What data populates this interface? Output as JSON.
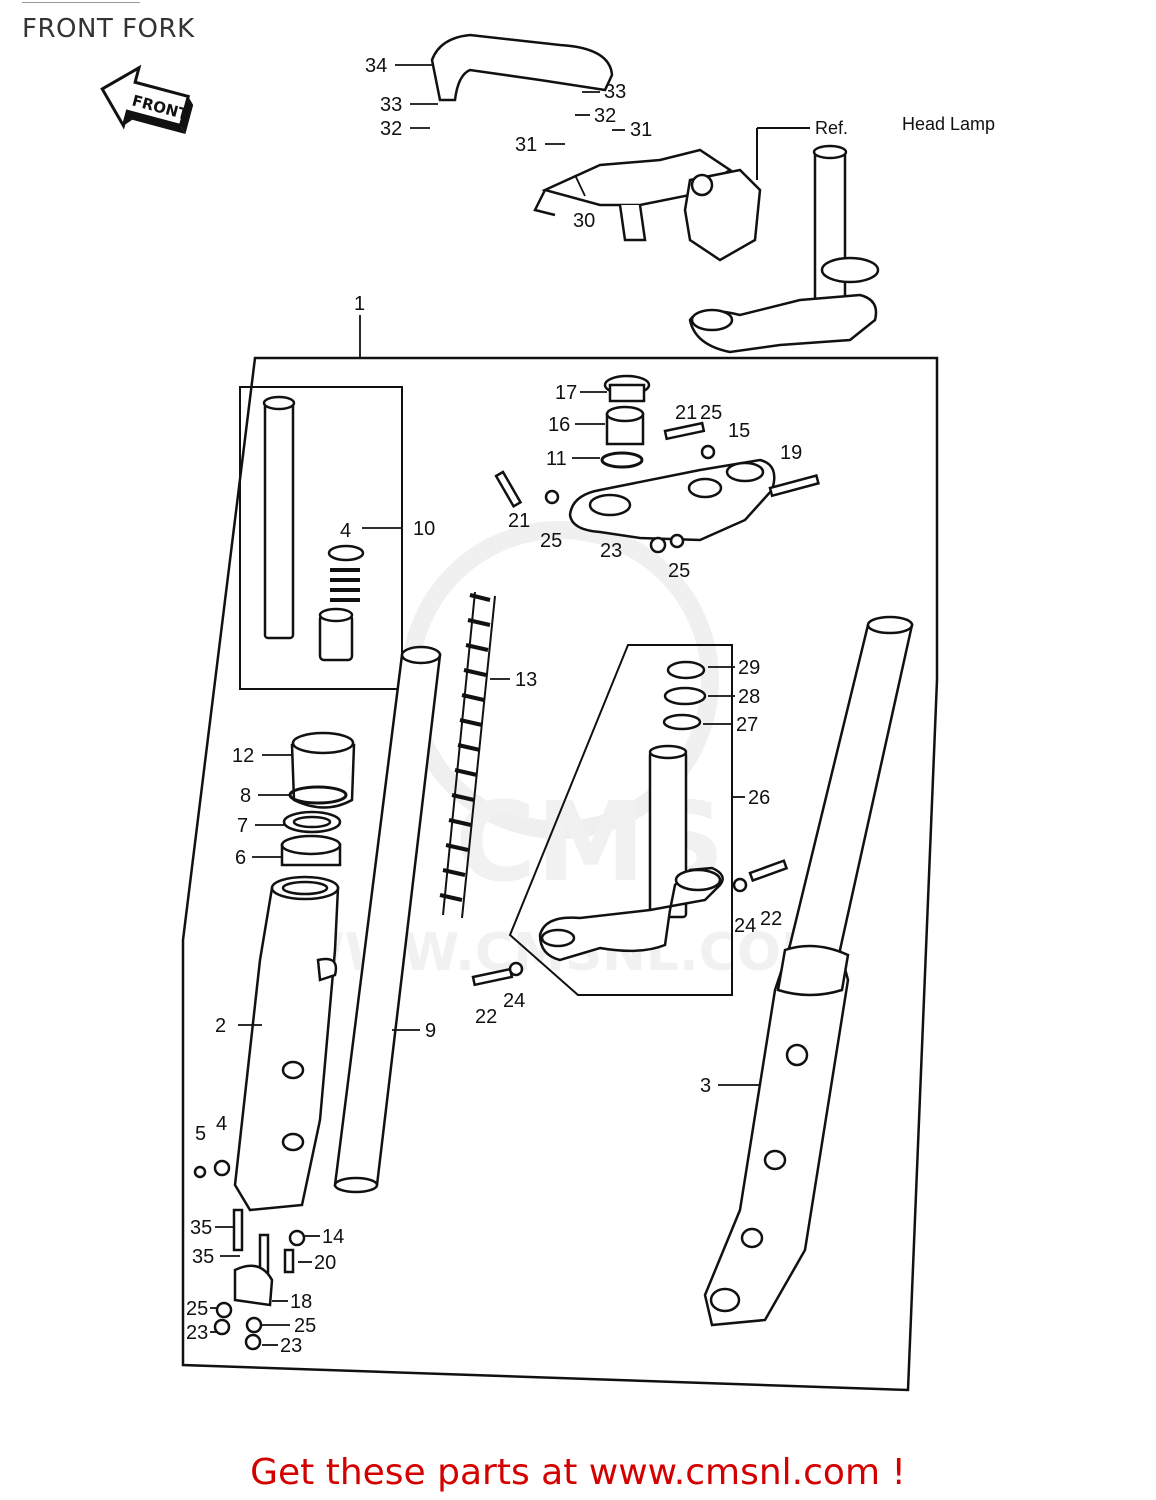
{
  "title": "FRONT FORK",
  "arrow_label": "FRONT",
  "reference": {
    "prefix": "Ref.",
    "text": "Head  Lamp"
  },
  "watermark": {
    "text": "CMS",
    "url": "WWW.CMSNL.COM"
  },
  "footer_text": "Get these parts at www.cmsnl.com !",
  "callouts": [
    "34",
    "33",
    "33",
    "32",
    "32",
    "31",
    "31",
    "30",
    "1",
    "17",
    "16",
    "11",
    "21",
    "25",
    "15",
    "19",
    "21",
    "25",
    "23",
    "25",
    "10",
    "4",
    "13",
    "29",
    "28",
    "27",
    "26",
    "12",
    "8",
    "7",
    "6",
    "24",
    "22",
    "22",
    "24",
    "2",
    "9",
    "3",
    "5",
    "4",
    "35",
    "14",
    "35",
    "20",
    "18",
    "25",
    "25",
    "23",
    "23"
  ],
  "colors": {
    "footer": "#d40000",
    "ink": "#111111",
    "watermark": "#dddddd"
  }
}
